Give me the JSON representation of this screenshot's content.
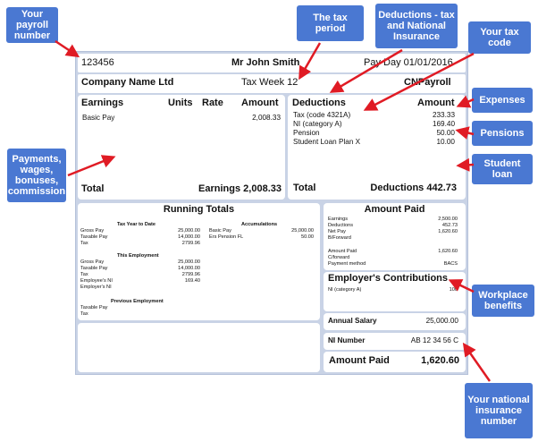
{
  "header": {
    "payroll_number": "123456",
    "employee_name": "Mr John Smith",
    "pay_day": "Pay Day 01/01/2016"
  },
  "company": {
    "name": "Company Name Ltd",
    "tax_week": "Tax Week 12",
    "brand": "CNPayroll"
  },
  "earnings": {
    "headers": {
      "earnings": "Earnings",
      "units": "Units",
      "rate": "Rate",
      "amount": "Amount"
    },
    "rows": [
      {
        "label": "Basic Pay",
        "amount": "2,008.33"
      }
    ],
    "total_label": "Total",
    "total_value": "Earnings 2,008.33"
  },
  "deductions": {
    "headers": {
      "deductions": "Deductions",
      "amount": "Amount"
    },
    "rows": [
      {
        "label": "Tax (code 4321A)",
        "amount": "233.33"
      },
      {
        "label": "NI (category A)",
        "amount": "169.40"
      },
      {
        "label": "Pension",
        "amount": "50.00"
      },
      {
        "label": "Student Loan Plan X",
        "amount": "10.00"
      }
    ],
    "total_label": "Total",
    "total_value": "Deductions 442.73"
  },
  "running_totals": {
    "title": "Running Totals",
    "ytd": {
      "title": "Tax Year to Date",
      "rows": [
        {
          "label": "Gross Pay",
          "value": "25,000.00"
        },
        {
          "label": "Taxable Pay",
          "value": "14,000.00"
        },
        {
          "label": "Tax",
          "value": "2799.96"
        }
      ]
    },
    "accumulations": {
      "title": "Accumulations",
      "rows": [
        {
          "label": "Basic Pay",
          "value": "25,000.00"
        },
        {
          "label": "Ers Pension FL",
          "value": "50.00"
        }
      ]
    },
    "this_employment": {
      "title": "This Employment",
      "rows": [
        {
          "label": "Gross Pay",
          "value": "25,000.00"
        },
        {
          "label": "Taxable Pay",
          "value": "14,000.00"
        },
        {
          "label": "Tax",
          "value": "2799.96"
        },
        {
          "label": "Employee's NI",
          "value": "169.40"
        },
        {
          "label": "Employer's NI",
          "value": ""
        }
      ]
    },
    "previous_employment": {
      "title": "Previous Employment",
      "rows": [
        {
          "label": "Taxable Pay",
          "value": ""
        },
        {
          "label": "Tax",
          "value": ""
        }
      ]
    }
  },
  "amount_paid_box": {
    "title": "Amount Paid",
    "rows_top": [
      {
        "label": "Earnings",
        "value": "2,500.00"
      },
      {
        "label": "Deductions",
        "value": "452.73"
      },
      {
        "label": "Net Pay",
        "value": "1,620.60"
      },
      {
        "label": "B/Forward",
        "value": ""
      }
    ],
    "rows_bottom": [
      {
        "label": "Amount Paid",
        "value": "1,620.60"
      },
      {
        "label": "C/forward",
        "value": ""
      },
      {
        "label": "Payment method",
        "value": "BACS"
      }
    ]
  },
  "employer_contributions": {
    "title": "Employer's Contributions",
    "rows": [
      {
        "label": "NI (category A)",
        "value": "100"
      }
    ]
  },
  "annual_salary": {
    "label": "Annual Salary",
    "value": "25,000.00"
  },
  "ni_number": {
    "label": "NI Number",
    "value": "AB 12 34 56 C"
  },
  "amount_paid_final": {
    "label": "Amount Paid",
    "value": "1,620.60"
  },
  "callouts": {
    "payroll_number": "Your payroll number",
    "tax_period": "The tax period",
    "deductions": "Deductions - tax and National Insurance",
    "tax_code": "Your tax code",
    "expenses": "Expenses",
    "pensions": "Pensions",
    "student_loan": "Student loan",
    "payments": "Payments, wages, bonuses, commission",
    "workplace_benefits": "Workplace benefits",
    "ni_number": "Your national insurance number"
  },
  "colors": {
    "callout": "#4a78d2",
    "arrow": "#e01b24",
    "slip_background": "#c9d3e6"
  }
}
